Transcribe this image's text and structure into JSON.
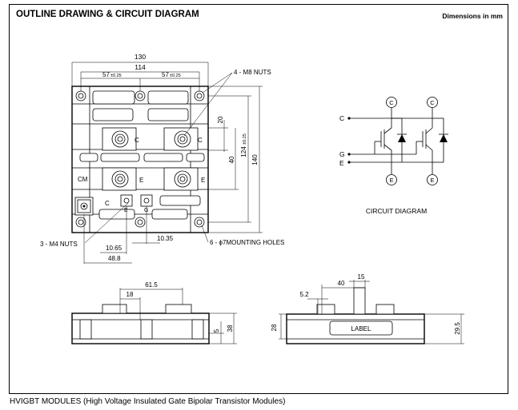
{
  "header": {
    "title": "OUTLINE DRAWING & CIRCUIT DIAGRAM",
    "units_note": "Dimensions in mm"
  },
  "footer": {
    "text": "HVIGBT MODULES (High Voltage Insulated Gate Bipolar Transistor Modules)"
  },
  "top_view": {
    "dim_overall_width": "130",
    "dim_hole_pitch": "114",
    "dim_left_pitch": "57",
    "dim_left_tol": "±0.25",
    "dim_right_pitch": "57",
    "dim_right_tol": "±0.25",
    "dim_terminal_height": "20",
    "dim_inner_height": "40",
    "dim_hole_pitch_vertical": "124",
    "dim_hole_pitch_vertical_tol": "±0.25",
    "dim_overall_height": "140",
    "dim_aux_offset_1": "10.65",
    "dim_aux_offset_2": "10.35",
    "dim_aux_distance": "48.8",
    "callout_main_nuts": "4 - M8 NUTS",
    "callout_aux_nuts": "3 - M4 NUTS",
    "callout_holes": "6 - ϕ7MOUNTING HOLES",
    "label_c_upper": "C",
    "label_c_middle": "C",
    "label_e_left": "E",
    "label_e_right": "E",
    "label_cm": "CM",
    "label_c_aux": "C",
    "label_e_aux": "E",
    "label_g_aux": "G"
  },
  "front_view": {
    "dim_width": "61.5",
    "dim_offset": "18",
    "dim_small": "5",
    "dim_height": "38"
  },
  "side_view": {
    "dim_40": "40",
    "dim_15": "15",
    "dim_5_2": "5.2",
    "dim_28": "28",
    "dim_29_5": "29.5",
    "label_text": "LABEL"
  },
  "circuit": {
    "caption": "CIRCUIT DIAGRAM",
    "pin_c": "C",
    "pin_g": "G",
    "pin_e": "E",
    "node_c_1": "C",
    "node_c_2": "C",
    "node_e_1": "E",
    "node_e_2": "E"
  }
}
